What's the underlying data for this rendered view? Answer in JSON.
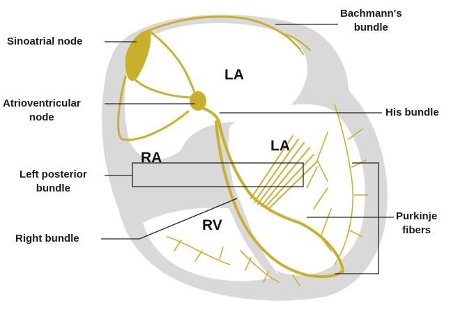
{
  "labels": {
    "bachmann": [
      "Bachmann's",
      "bundle"
    ],
    "sinoatrial": "Sinoatrial node",
    "av": [
      "Atrioventricular",
      "node"
    ],
    "his": "His bundle",
    "left_posterior": [
      "Left posterior",
      "bundle"
    ],
    "right_bundle": "Right bundle",
    "purkinje": [
      "Purkinje",
      "fibers"
    ]
  },
  "chambers": {
    "la_top": "LA",
    "la_mid": "LA",
    "ra": "RA",
    "rv": "RV"
  },
  "colors": {
    "conduction": "#c9b02a",
    "heart_wall": "#d9d9d9",
    "leader_lines": "#222222"
  }
}
